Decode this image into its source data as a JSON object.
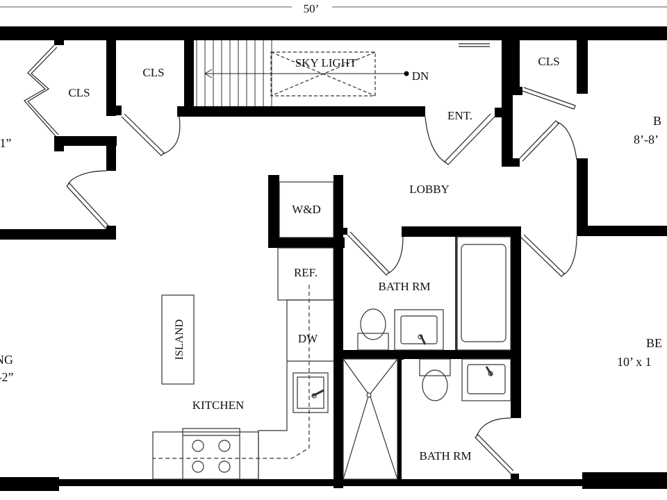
{
  "dimension": {
    "overall_width": "50’"
  },
  "rooms": {
    "cls_left": "CLS",
    "cls_center": "CLS",
    "cls_right": "CLS",
    "skylight": "SKY LIGHT",
    "stair_direction": "DN",
    "entry": "ENT.",
    "lobby": "LOBBY",
    "washer_dryer": "W&D",
    "refrigerator": "REF.",
    "dishwasher": "DW",
    "island": "ISLAND",
    "kitchen": "KITCHEN",
    "bath_upper": "BATH RM",
    "bath_lower": "BATH RM",
    "left_room_name": "NG",
    "left_room_size": "-2”",
    "left_room_size_top": "1”",
    "right_upper_name": "B",
    "right_upper_size": "8’-8’",
    "right_lower_name": "BE",
    "right_lower_size": "10’ x 1"
  },
  "colors": {
    "wall": "#000000",
    "fixture": "#333333",
    "background": "#ffffff"
  }
}
